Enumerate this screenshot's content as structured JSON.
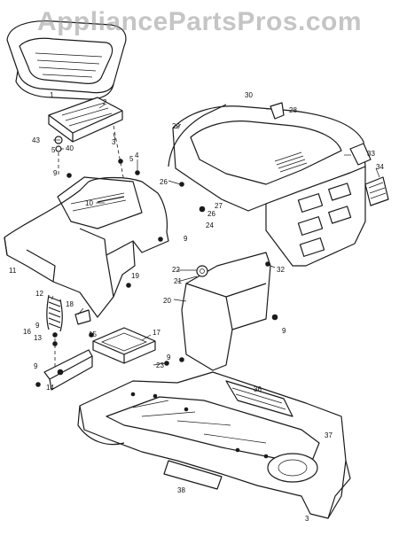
{
  "watermark": "AppliancePartsPros.com",
  "callouts": [
    {
      "id": "c1",
      "label": "1"
    },
    {
      "id": "c2",
      "label": "2"
    },
    {
      "id": "c3",
      "label": "3"
    },
    {
      "id": "c4",
      "label": "4"
    },
    {
      "id": "c5a",
      "label": "5"
    },
    {
      "id": "c5b",
      "label": "5"
    },
    {
      "id": "c9a",
      "label": "9"
    },
    {
      "id": "c9b",
      "label": "9"
    },
    {
      "id": "c9c",
      "label": "9"
    },
    {
      "id": "c9d",
      "label": "9"
    },
    {
      "id": "c9e",
      "label": "9"
    },
    {
      "id": "c9f",
      "label": "9"
    },
    {
      "id": "c10",
      "label": "10"
    },
    {
      "id": "c11",
      "label": "11"
    },
    {
      "id": "c12",
      "label": "12"
    },
    {
      "id": "c13",
      "label": "13"
    },
    {
      "id": "c14",
      "label": "14"
    },
    {
      "id": "c15",
      "label": "15"
    },
    {
      "id": "c16",
      "label": "16"
    },
    {
      "id": "c17",
      "label": "17"
    },
    {
      "id": "c18",
      "label": "18"
    },
    {
      "id": "c19",
      "label": "19"
    },
    {
      "id": "c20",
      "label": "20"
    },
    {
      "id": "c21",
      "label": "21"
    },
    {
      "id": "c22",
      "label": "22"
    },
    {
      "id": "c23",
      "label": "23"
    },
    {
      "id": "c24",
      "label": "24"
    },
    {
      "id": "c26a",
      "label": "26"
    },
    {
      "id": "c26b",
      "label": "26"
    },
    {
      "id": "c27",
      "label": "27"
    },
    {
      "id": "c28",
      "label": "28"
    },
    {
      "id": "c29",
      "label": "29"
    },
    {
      "id": "c30",
      "label": "30"
    },
    {
      "id": "c32",
      "label": "32"
    },
    {
      "id": "c33",
      "label": "33"
    },
    {
      "id": "c34",
      "label": "34"
    },
    {
      "id": "c36",
      "label": "36"
    },
    {
      "id": "c37",
      "label": "37"
    },
    {
      "id": "c38",
      "label": "38"
    },
    {
      "id": "c40",
      "label": "40"
    },
    {
      "id": "c43",
      "label": "43"
    },
    {
      "id": "c3b",
      "label": "3"
    }
  ]
}
